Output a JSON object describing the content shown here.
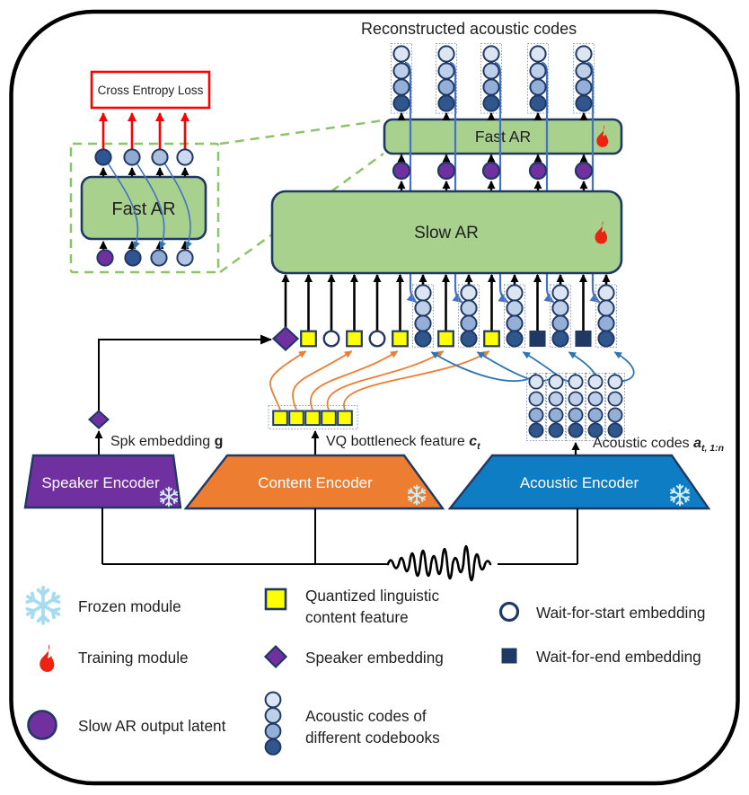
{
  "title": "Reconstructed acoustic codes",
  "modules": {
    "fast_ar": "Fast AR",
    "slow_ar": "Slow AR",
    "fast_ar_inset": "Fast AR",
    "loss": "Cross Entropy Loss",
    "speaker_encoder": "Speaker Encoder",
    "content_encoder": "Content Encoder",
    "acoustic_encoder": "Acoustic Encoder"
  },
  "labels": {
    "spk": {
      "prefix": "Spk embedding ",
      "var": "g"
    },
    "vq": {
      "prefix": "VQ bottleneck feature ",
      "var": "c",
      "sub": "t"
    },
    "acoustic": {
      "prefix": "Acoustic codes ",
      "var": "a",
      "sub": "t, 1:n"
    }
  },
  "legend": {
    "frozen": "Frozen module",
    "training": "Training module",
    "slow_latent": "Slow AR output latent",
    "quantized_line1": "Quantized linguistic",
    "quantized_line2": "content feature",
    "speaker_embedding": "Speaker embedding",
    "codes_line1": "Acoustic codes of",
    "codes_line2": "different codebooks",
    "wait_start": "Wait-for-start embedding",
    "wait_end": "Wait-for-end embedding"
  },
  "sequence": {
    "steps": 5,
    "codebooks": 4,
    "token_row": [
      "speaker",
      "quantized",
      "wait_start",
      "quantized",
      "wait_start",
      "quantized",
      "codes",
      "quantized",
      "codes",
      "quantized",
      "codes",
      "wait_end",
      "codes",
      "wait_end",
      "codes"
    ]
  },
  "colors": {
    "module_green": "#a9d18e",
    "outline_navy": "#1f3864",
    "purple": "#7030a0",
    "orange": "#ed7d31",
    "encoder_blue": "#0f7dc4",
    "yellow": "#ffff00",
    "red": "#ff0000",
    "line_blue": "#4472c4",
    "curve_blue": "#2e75b6",
    "code_shades": [
      "#dce6f3",
      "#bdcfe9",
      "#94afd7",
      "#30568e"
    ],
    "inset_top_shades": [
      "#2f5693",
      "#8faad2",
      "#abbede",
      "#cdd9ee"
    ],
    "inset_bottom_shades": [
      "#7030a0",
      "#2f5693",
      "#8faad2",
      "#b3c4e6"
    ]
  }
}
